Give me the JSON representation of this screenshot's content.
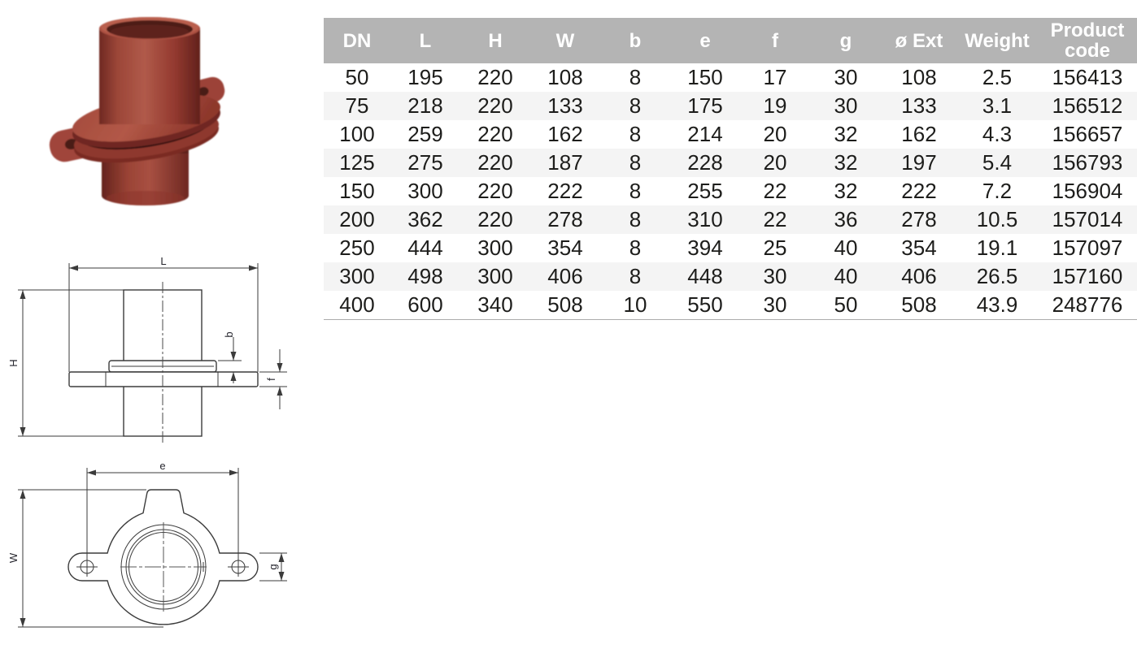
{
  "colors": {
    "header-bg": "#b4b4b4",
    "header-text": "#ffffff",
    "row-alt": "#f4f4f4",
    "cell-text": "#1d1d1b",
    "drawing-stroke": "#3b3b3b",
    "dim-label": "#26262e",
    "product-red": "#9c4036",
    "product-red-dark": "#6b2620",
    "product-red-light": "#b5604f",
    "gasket-dark": "#2f100c"
  },
  "product_image": {
    "description": "red cast-iron flanged pipe fitting with two-ear flange and rubber gasket"
  },
  "drawings": {
    "side": {
      "l": "L",
      "h": "H",
      "b": "b",
      "f": "f"
    },
    "plan": {
      "e": "e",
      "w": "W",
      "g": "g"
    }
  },
  "table": {
    "columns": [
      "DN",
      "L",
      "H",
      "W",
      "b",
      "e",
      "f",
      "g",
      "ø Ext",
      "Weight",
      "Product code"
    ],
    "rows": [
      [
        "50",
        "195",
        "220",
        "108",
        "8",
        "150",
        "17",
        "30",
        "108",
        "2.5",
        "156413"
      ],
      [
        "75",
        "218",
        "220",
        "133",
        "8",
        "175",
        "19",
        "30",
        "133",
        "3.1",
        "156512"
      ],
      [
        "100",
        "259",
        "220",
        "162",
        "8",
        "214",
        "20",
        "32",
        "162",
        "4.3",
        "156657"
      ],
      [
        "125",
        "275",
        "220",
        "187",
        "8",
        "228",
        "20",
        "32",
        "197",
        "5.4",
        "156793"
      ],
      [
        "150",
        "300",
        "220",
        "222",
        "8",
        "255",
        "22",
        "32",
        "222",
        "7.2",
        "156904"
      ],
      [
        "200",
        "362",
        "220",
        "278",
        "8",
        "310",
        "22",
        "36",
        "278",
        "10.5",
        "157014"
      ],
      [
        "250",
        "444",
        "300",
        "354",
        "8",
        "394",
        "25",
        "40",
        "354",
        "19.1",
        "157097"
      ],
      [
        "300",
        "498",
        "300",
        "406",
        "8",
        "448",
        "30",
        "40",
        "406",
        "26.5",
        "157160"
      ],
      [
        "400",
        "600",
        "340",
        "508",
        "10",
        "550",
        "30",
        "50",
        "508",
        "43.9",
        "248776"
      ]
    ]
  }
}
